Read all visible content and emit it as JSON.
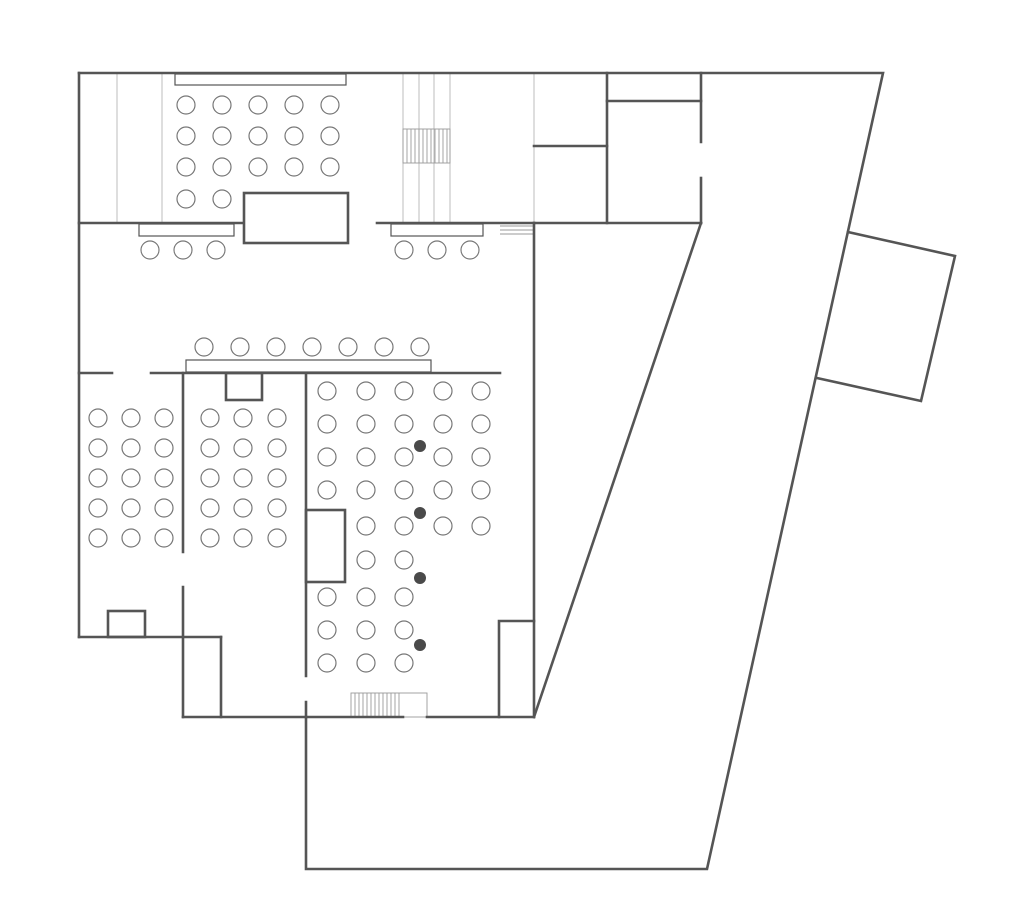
{
  "diagram": {
    "type": "floor-plan",
    "colors": {
      "background": "#ffffff",
      "wall": "#555555",
      "seat_outline": "#777777",
      "column": "#4a4a4a",
      "faint_line": "#bdbdbd"
    },
    "seat_icon": "circle-outline",
    "column_icon": "filled-dot"
  }
}
